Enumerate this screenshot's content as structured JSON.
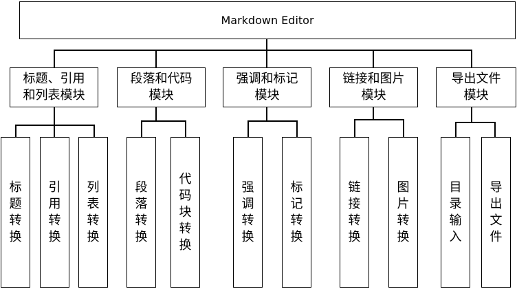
{
  "root": "Markdown Editor",
  "modules": [
    {
      "line1": "标题、引用",
      "line2": "和列表模块",
      "leaves": [
        "标题转换",
        "引用转换",
        "列表转换"
      ]
    },
    {
      "line1": "段落和代码",
      "line2": "模块",
      "leaves": [
        "段落转换",
        "代码块转换"
      ]
    },
    {
      "line1": "强调和标记",
      "line2": "模块",
      "leaves": [
        "强调转换",
        "标记转换"
      ]
    },
    {
      "line1": "链接和图片",
      "line2": "模块",
      "leaves": [
        "链接转换",
        "图片转换"
      ]
    },
    {
      "line1": "导出文件",
      "line2": "模块",
      "leaves": [
        "目录输入",
        "导出文件"
      ]
    }
  ]
}
